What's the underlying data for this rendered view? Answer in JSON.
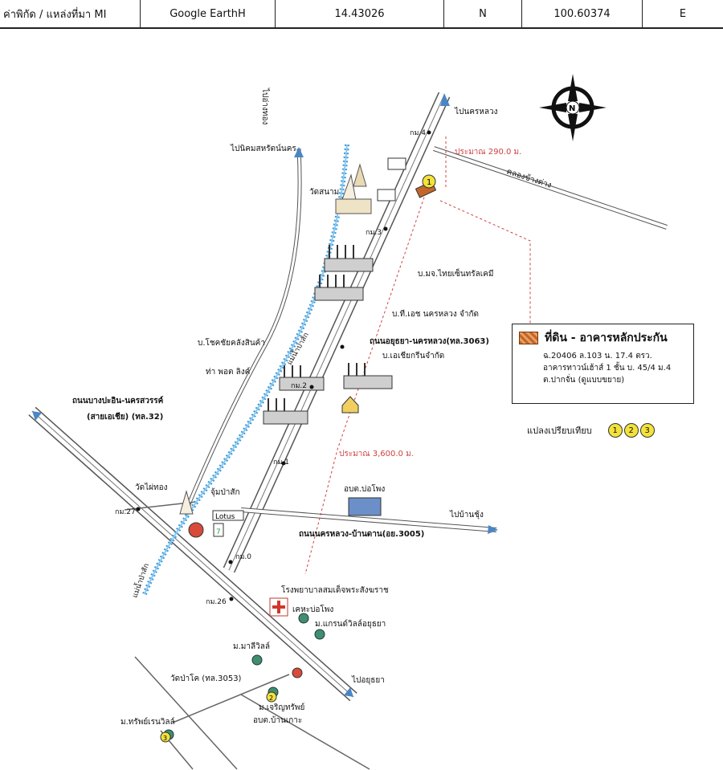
{
  "header": {
    "coord_label": "ค่าพิกัด / แหล่งที่มา MI",
    "source": "Google EarthH",
    "lat": "14.43026",
    "lat_dir": "N",
    "lon": "100.60374",
    "lon_dir": "E"
  },
  "labels": {
    "to_nakhon_luang": "ไปนครหลวง",
    "to_ang_thong": "ไปอ่างทอง",
    "to_nikhom": "ไปนิคมสหรัตน์นคร",
    "canal": "คลองข้างต่าง",
    "dist_290": "ประมาณ 290.0 ม.",
    "km4": "กม.4",
    "km3": "กม.3",
    "km2": "กม.2",
    "km1": "กม.1",
    "km0": "กม.0",
    "km27": "กม.27",
    "km26": "กม.26",
    "wat_sanam": "วัดสนาม",
    "thai_shin": "บ.มจ.ไทยเซ็นทรัลเคมี",
    "tp_nakhon": "บ.ที.เอช นครหลวง จำกัด",
    "road_3063": "ถนนอยุธยา-นครหลวง(ทล.3063)",
    "chokchai": "บ.โชคชัยคลังสินค้า",
    "port_link": "ท่า พอต ลิงค์",
    "a_rian": "บ.เอเชียกรีนจำกัด",
    "river": "แม่น้ำป่าสัก",
    "river2": "แม่น้ำป่าสัก",
    "road_32": "ถนนบางปะอิน-นครสวรรค์",
    "road_32b": "(สายเอเชีย) (ทล.32)",
    "dist_3600": "ประมาณ 3,600.0 ม.",
    "wat_phai": "วัดไผ่ทอง",
    "jum_pasak": "จุ้มป่าสัก",
    "lotus": "Lotus",
    "seven": "7",
    "obt_bopong": "อบต.บ่อโพง",
    "to_ban_chung": "ไปบ้านชุ้ง",
    "road_3005": "ถนนนครหลวง-บ้านดาน(อย.3005)",
    "hospital": "โรงพยาบาลสมเด็จพระสังฆราช",
    "kheha": "เคหะบ่อโพง",
    "village_a": "ม.แกรนด์วิลล์อยุธยา",
    "village_b": "ม.มาลีวิลล์",
    "wat_pa_road": "วัดป่าโค (ทล.3053)",
    "to_ayutthaya": "ไปอยุธยา",
    "village_c": "ม.เจริญทรัพย์",
    "obt_ban_ko": "อบต.บ้านเกาะ",
    "village_d": "ม.ทรัพย์เรนวิลล์",
    "mark1": "1",
    "mark2": "2",
    "mark3": "3",
    "compass_n": "N"
  },
  "legend": {
    "title": "ที่ดิน - อาคารหลักประกัน",
    "line1": "ฉ.20406  ล.103 น. 17.4 ตรว.",
    "line2": "อาคารทาวน์เฮ้าส์ 1 ชั้น  บ. 45/4 ม.4",
    "line3": "ต.ปากจั่น  (ดูแบบขยาย)"
  },
  "compare": {
    "label": "แปลงเปรียบเทียบ",
    "c1": "1",
    "c2": "2",
    "c3": "3"
  },
  "colors": {
    "road_fill": "#ffffff",
    "road_edge": "#555555",
    "arrow_blue": "#4a86c6",
    "river_blue": "#3a9ad8",
    "red_line": "#d04040",
    "marker_yellow": "#f3e23a",
    "legend_swatch": "#c2662a"
  }
}
